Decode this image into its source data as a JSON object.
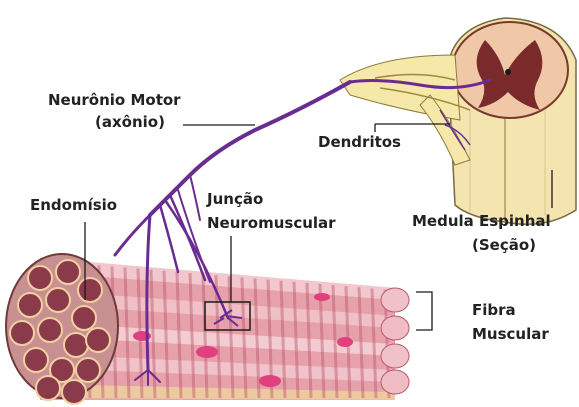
{
  "labels": {
    "motor_neuron_line1": "Neurônio Motor",
    "motor_neuron_line2": "(axônio)",
    "dendrites": "Dendritos",
    "endomysium": "Endomísio",
    "junction_line1": "Junção",
    "junction_line2": "Neuromuscular",
    "spinal_cord_line1": "Medula Espinhal",
    "spinal_cord_line2": "(Seção)",
    "fiber_line1": "Fibra",
    "fiber_line2": "Muscular"
  },
  "colors": {
    "axon": "#6a2c91",
    "gray_matter": "#7a2a2a",
    "white_matter": "#e8c5a8",
    "spinal_outer": "#f3e4b0",
    "muscle_pink": "#e9a3ad",
    "muscle_stripe": "#b8596b",
    "nucleus": "#e0407e",
    "bundle_fill": "#c98a8a",
    "bundle_cell": "#8a3a4a"
  }
}
